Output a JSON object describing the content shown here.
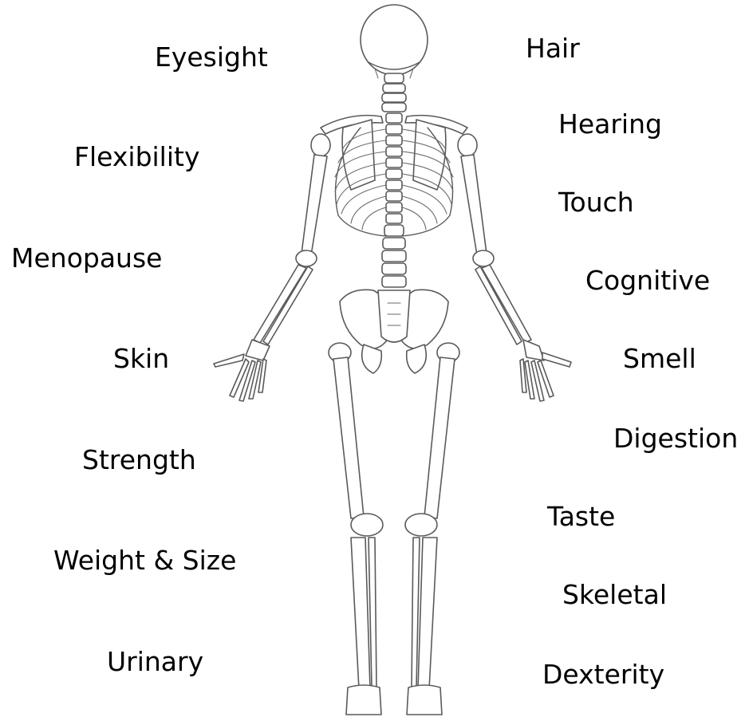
{
  "labels": {
    "left": [
      "Eyesight",
      "Flexibility",
      "Menopause",
      "Skin",
      "Strength",
      "Weight & Size",
      "Urinary"
    ],
    "right": [
      "Hair",
      "Hearing",
      "Touch",
      "Cognitive",
      "Smell",
      "Digestion",
      "Taste",
      "Skeletal",
      "Dexterity"
    ]
  }
}
